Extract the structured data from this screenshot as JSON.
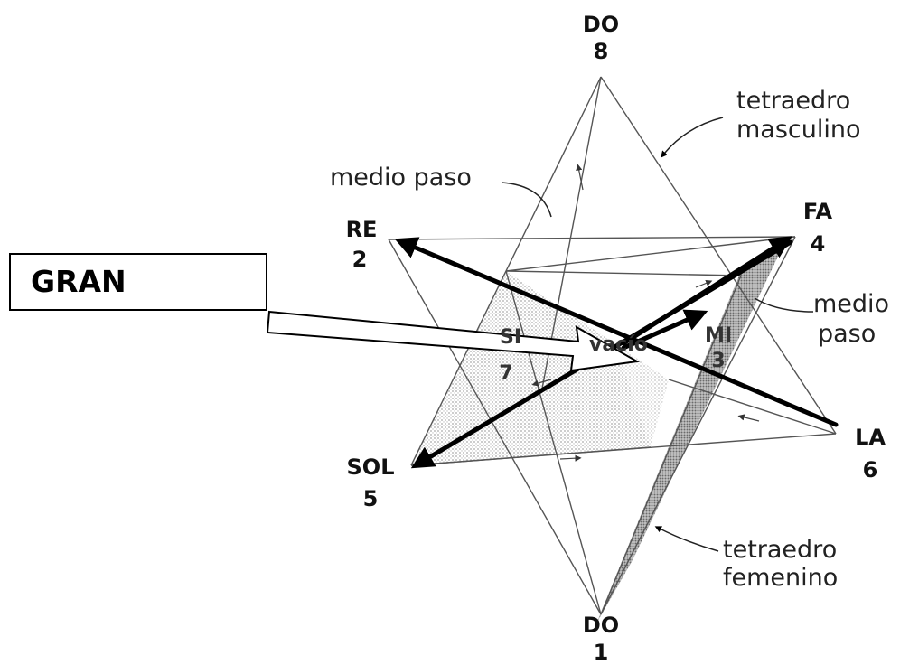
{
  "notes": {
    "do_top": {
      "name": "DO",
      "num": "8"
    },
    "re": {
      "name": "RE",
      "num": "2"
    },
    "fa": {
      "name": "FA",
      "num": "4"
    },
    "mi": {
      "name": "MI",
      "num": "3"
    },
    "si": {
      "name": "SI",
      "num": "7"
    },
    "sol": {
      "name": "SOL",
      "num": "5"
    },
    "la": {
      "name": "LA",
      "num": "6"
    },
    "do_bottom": {
      "name": "DO",
      "num": "1"
    }
  },
  "callouts": {
    "masculine_line1": "tetraedro",
    "masculine_line2": "masculino",
    "feminine_line1": "tetraedro",
    "feminine_line2": "femenino",
    "half_step_left": "medio paso",
    "half_step_right_line1": "medio",
    "half_step_right_line2": "paso",
    "center_word": "vacío"
  },
  "box": {
    "label": "GRAN"
  },
  "colors": {
    "ink": "#000000",
    "shade_light": "#cfcfcf",
    "shade_dark": "#8a8a8a",
    "thin_line": "#555555"
  }
}
